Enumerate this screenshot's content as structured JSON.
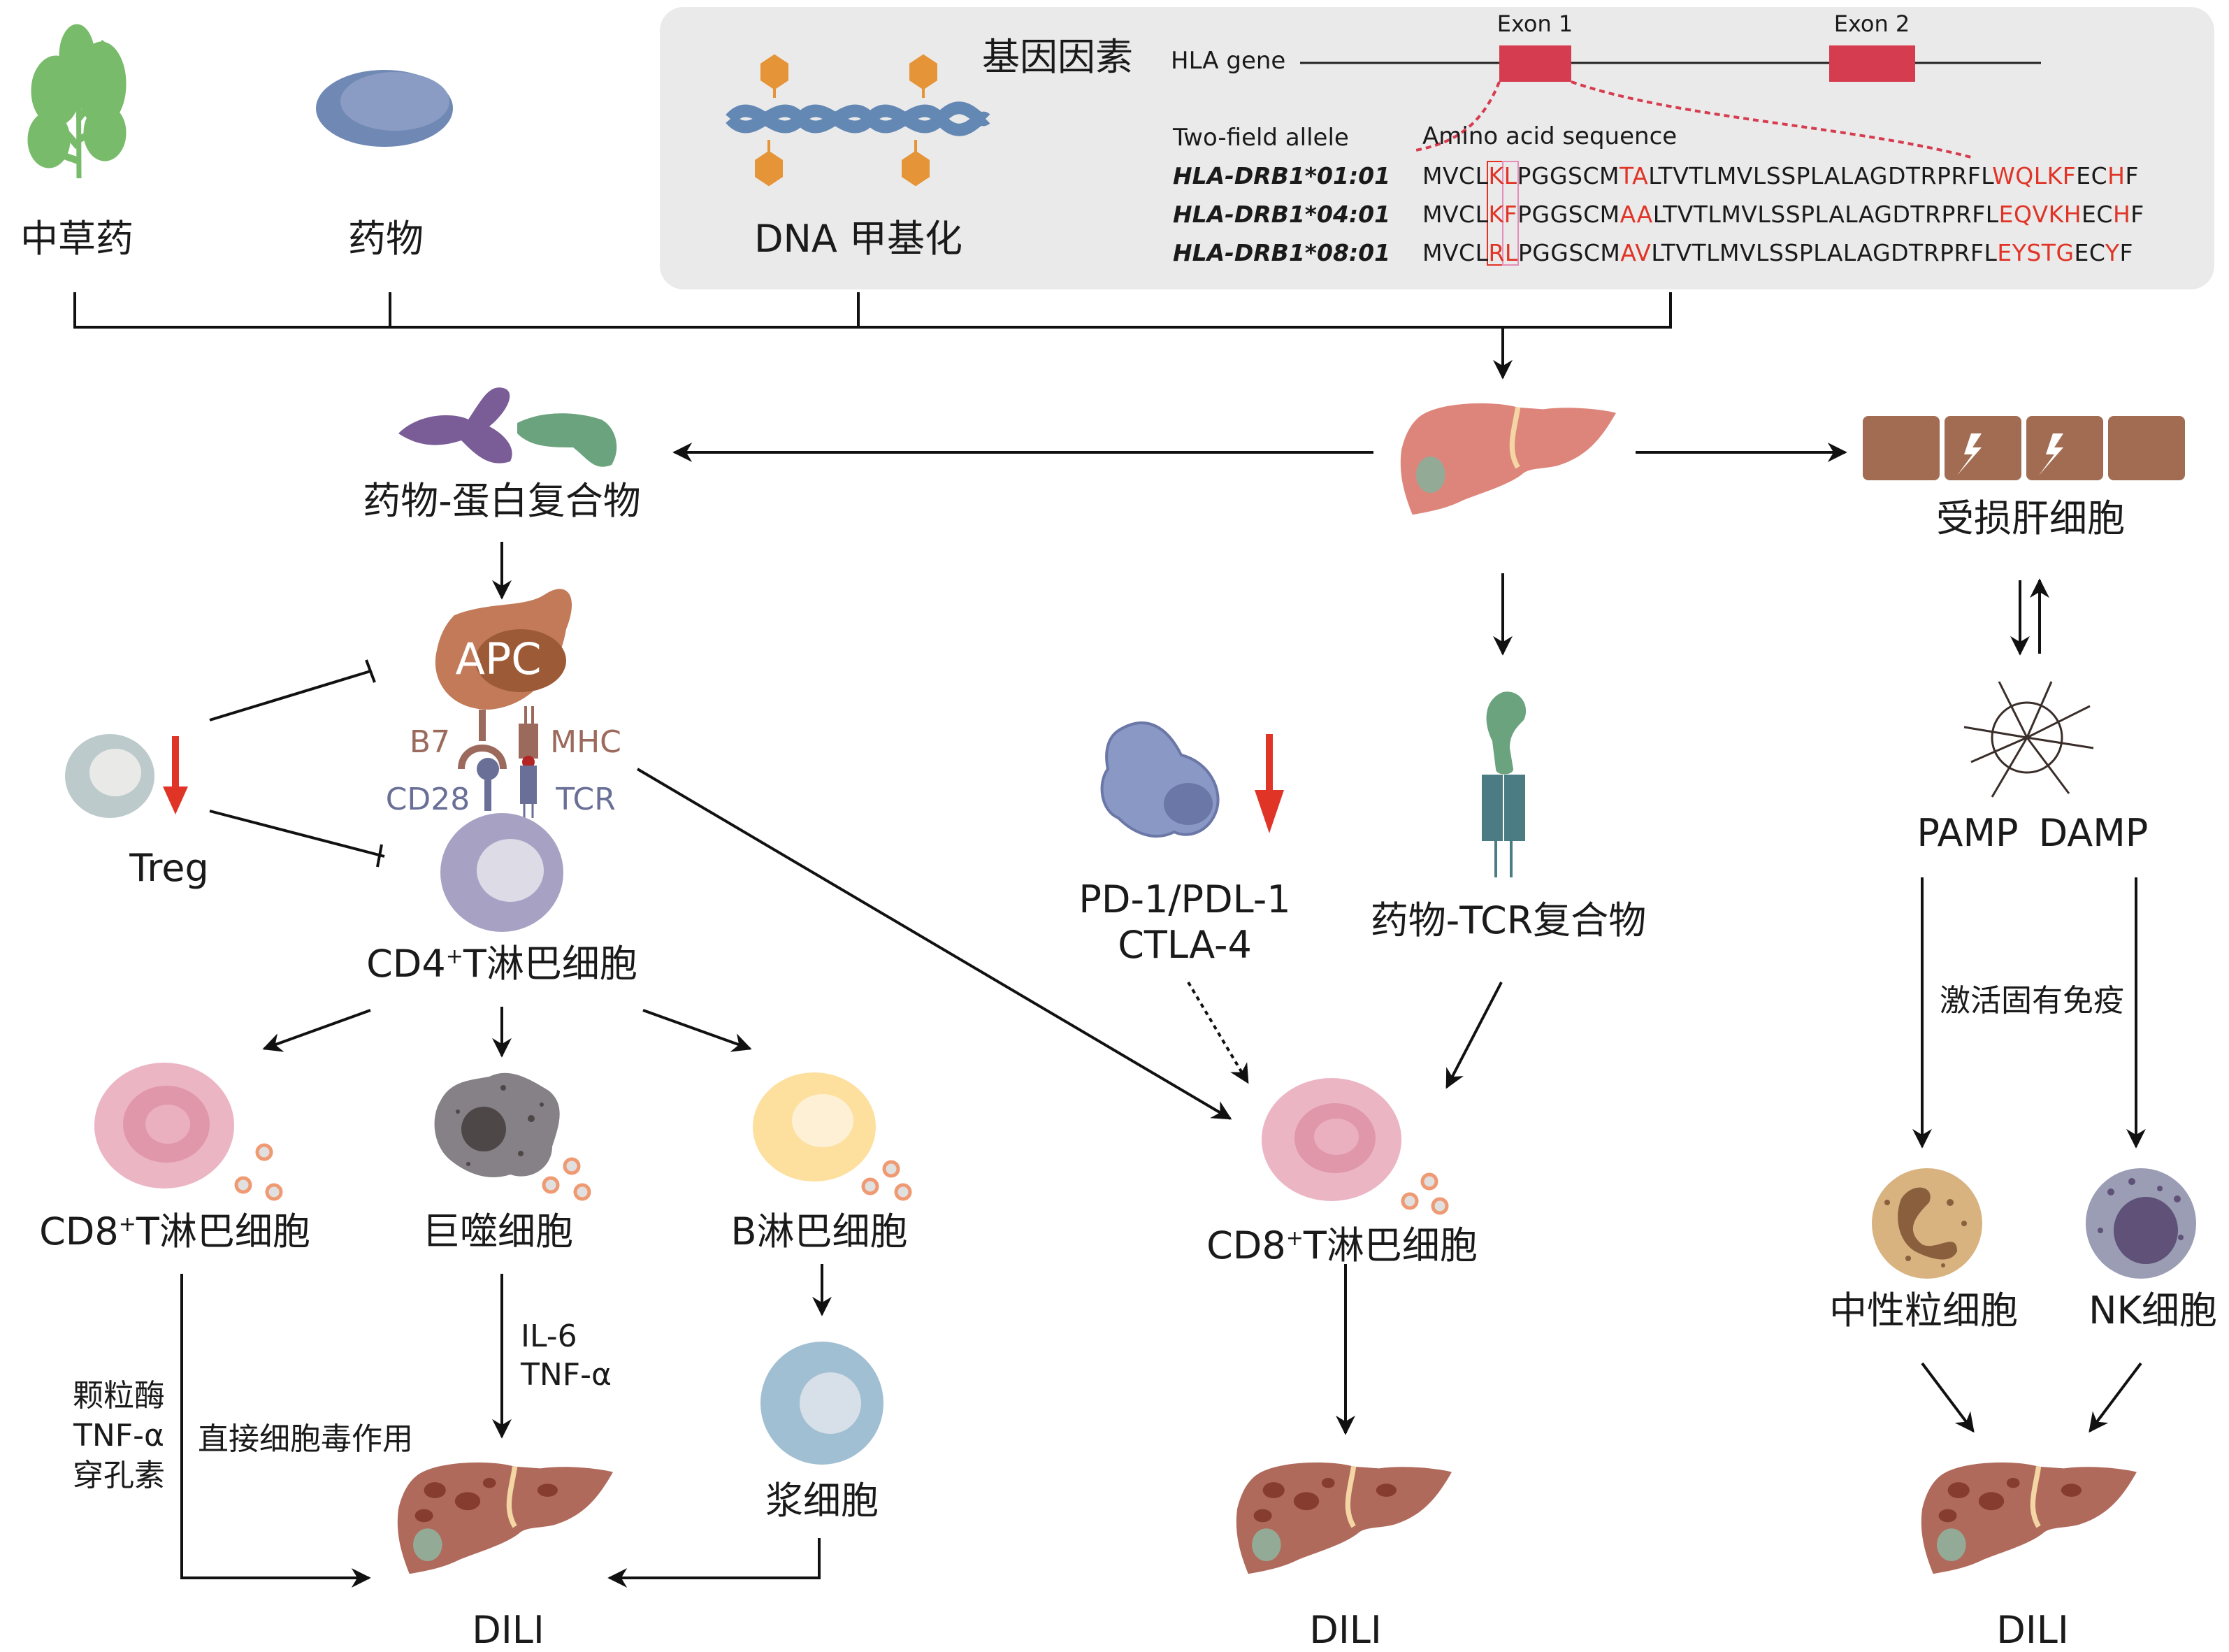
{
  "sources": {
    "herbal_label": "中草药",
    "drug_label": "药物",
    "dna_label": "DNA 甲基化"
  },
  "genetic_panel": {
    "title": "基因因素",
    "hla_gene_label": "HLA gene",
    "exon1_label": "Exon 1",
    "exon2_label": "Exon 2",
    "allele_header": "Two-field allele",
    "sequence_header": "Amino acid sequence",
    "alleles": [
      {
        "name": "HLA-DRB1*01:01",
        "segments": [
          {
            "t": "MVCL",
            "h": false
          },
          {
            "t": "KL",
            "h": true
          },
          {
            "t": "PGGSCM",
            "h": false
          },
          {
            "t": "TA",
            "h": true
          },
          {
            "t": "LTVTLMVLSSPLALAGDTRPRFL",
            "h": false
          },
          {
            "t": "WQLKF",
            "h": true
          },
          {
            "t": "EC",
            "h": false
          },
          {
            "t": "H",
            "h": true
          },
          {
            "t": "F",
            "h": false
          }
        ]
      },
      {
        "name": "HLA-DRB1*04:01",
        "segments": [
          {
            "t": "MVCL",
            "h": false
          },
          {
            "t": "KF",
            "h": true
          },
          {
            "t": "PGGSCM",
            "h": false
          },
          {
            "t": "AA",
            "h": true
          },
          {
            "t": "LTVTLMVLSSPLALAGDTRPRFL",
            "h": false
          },
          {
            "t": "EQVKH",
            "h": true
          },
          {
            "t": "EC",
            "h": false
          },
          {
            "t": "H",
            "h": true
          },
          {
            "t": "F",
            "h": false
          }
        ]
      },
      {
        "name": "HLA-DRB1*08:01",
        "segments": [
          {
            "t": "MVCL",
            "h": false
          },
          {
            "t": "RL",
            "h": true
          },
          {
            "t": "PGGSCM",
            "h": false
          },
          {
            "t": "AV",
            "h": true
          },
          {
            "t": "LTVTLMVLSSPLALAGDTRPRFL",
            "h": false
          },
          {
            "t": "EYSTG",
            "h": true
          },
          {
            "t": "EC",
            "h": false
          },
          {
            "t": "Y",
            "h": true
          },
          {
            "t": "F",
            "h": false
          }
        ]
      }
    ],
    "highlight_color": "#e03427"
  },
  "adaptive": {
    "drug_protein_complex": "药物-蛋白复合物",
    "apc": "APC",
    "b7": "B7",
    "mhc": "MHC",
    "cd28": "CD28",
    "tcr": "TCR",
    "treg": "Treg",
    "cd4_prefix": "CD4",
    "cd4_sup": "+",
    "cd4_suffix": "T淋巴细胞",
    "cd8_prefix": "CD8",
    "cd8_sup": "+",
    "cd8_suffix": "T淋巴细胞",
    "macrophage": "巨噬细胞",
    "b_cell": "B淋巴细胞",
    "plasma_cell": "浆细胞",
    "cd8_mediators": [
      "颗粒酶",
      "TNF-α",
      "穿孔素"
    ],
    "direct_cytotoxic": "直接细胞毒作用",
    "macrophage_mediators": [
      "IL-6",
      "TNF-α"
    ],
    "dili": "DILI"
  },
  "middle": {
    "checkpoint_line1": "PD-1/PDL-1",
    "checkpoint_line2": "CTLA-4",
    "drug_tcr_complex": "药物-TCR复合物",
    "cd8_prefix": "CD8",
    "cd8_sup": "+",
    "cd8_suffix": "T淋巴细胞",
    "dili": "DILI"
  },
  "innate": {
    "damaged_hepatocytes": "受损肝细胞",
    "pamp": "PAMP",
    "damp": "DAMP",
    "activate_innate": "激活固有免疫",
    "neutrophil": "中性粒细胞",
    "nk_cell": "NK细胞",
    "dili": "DILI"
  },
  "colors": {
    "down_arrow": "#e03427",
    "liver_healthy": "#dd857a",
    "liver_injured": "#b06a5c",
    "panel_bg": "#ebeaea"
  }
}
